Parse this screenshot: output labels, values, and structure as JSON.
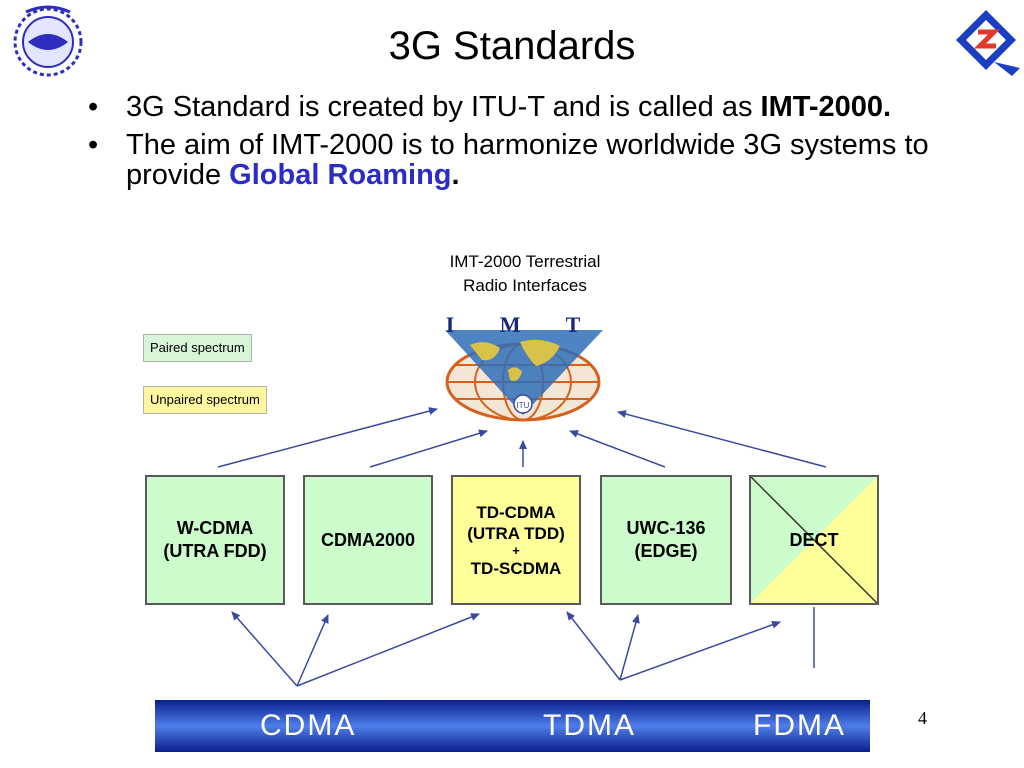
{
  "title": "3G Standards",
  "bullets": [
    {
      "text": "3G Standard is created by ITU-T and is called as ",
      "emphasis": "IMT-2000."
    },
    {
      "text": "The aim of IMT-2000 is to harmonize worldwide 3G systems to provide ",
      "emphasis": "Global Roaming",
      "suffix": "."
    }
  ],
  "diagram": {
    "title_line1": "IMT-2000 Terrestrial",
    "title_line2": "Radio Interfaces",
    "logo_text": "I M T",
    "logo_sub": "ITU",
    "legend": {
      "paired": "Paired spectrum",
      "unpaired": "Unpaired spectrum"
    },
    "boxes": [
      {
        "line1": "W-CDMA",
        "line2": "(UTRA FDD)",
        "spectrum": "paired"
      },
      {
        "line1": "CDMA2000",
        "spectrum": "paired"
      },
      {
        "line1": "TD-CDMA",
        "line2": "(UTRA TDD)",
        "line3": "+",
        "line4": "TD-SCDMA",
        "spectrum": "unpaired"
      },
      {
        "line1": "UWC-136",
        "line2": "(EDGE)",
        "spectrum": "paired"
      },
      {
        "line1": "DECT",
        "spectrum": "paired + unpaired"
      }
    ],
    "access_bar": [
      "CDMA",
      "TDMA",
      "FDMA"
    ]
  },
  "page_number": "4",
  "colors": {
    "paired": "#ccfccc",
    "unpaired": "#ffff99",
    "emphasis_blue": "#2b2bc8",
    "arrow": "#3a4aa0",
    "bar": "#1a3cc0"
  },
  "icons": {
    "left_logo": "tcil-logo",
    "right_logo": "quality-q-logo",
    "globe": "imt-itu-globe-logo"
  }
}
